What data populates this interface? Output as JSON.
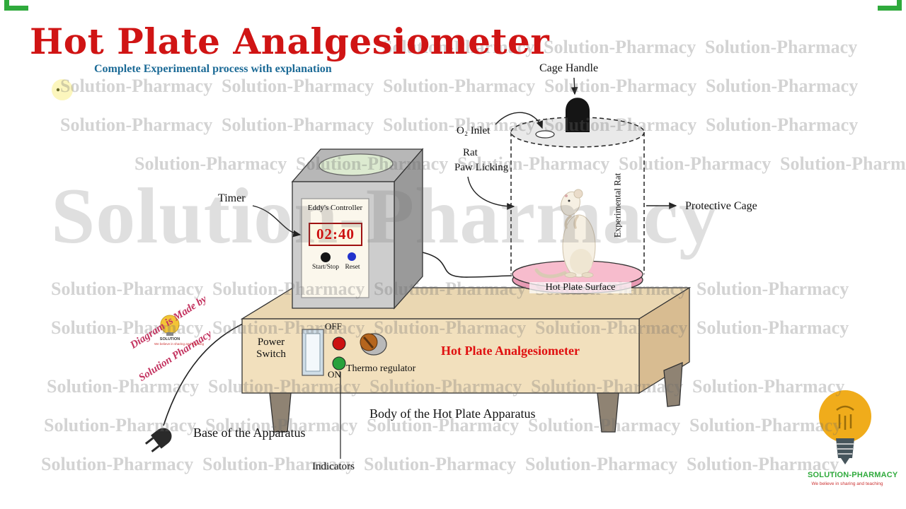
{
  "header": {
    "title": "Hot Plate Analgesiometer",
    "subtitle": "Complete Experimental process with explanation"
  },
  "watermark": {
    "text": "Solution-Pharmacy"
  },
  "controller": {
    "timer_label": "Timer",
    "panel_title": "Eddy's Controller",
    "timer_value": "02:40",
    "start_stop_label": "Start/Stop",
    "reset_label": "Reset"
  },
  "cage": {
    "handle_label": "Cage Handle",
    "o2_inlet_label": "O₂ Inlet",
    "rat_label_line1": "Rat",
    "rat_label_line2": "Paw Licking",
    "experimental_rat_label": "Experimental Rat",
    "protective_cage_label": "Protective Cage",
    "hot_plate_surface_label": "Hot Plate Surface"
  },
  "apparatus": {
    "title": "Hot Plate Analgesiometer",
    "power_label_line1": "Power",
    "power_label_line2": "Switch",
    "off_label": "OFF",
    "on_label": "ON",
    "thermo_label": "Thermo regulator",
    "body_label": "Body of the Hot Plate Apparatus",
    "base_label": "Base of the Apparatus",
    "indicators_label": "Indicators"
  },
  "credit": {
    "line1": "Diagram is Made by",
    "line2": "Solution Pharmacy",
    "mini_logo_text": "SOLUTION"
  },
  "brand": {
    "name": "SOLUTION-PHARMACY",
    "tagline": "We believe in sharing and teaching"
  },
  "colors": {
    "title_red": "#d01414",
    "subtitle_blue": "#1b6a96",
    "accent_red": "#e01010",
    "hot_plate_pink": "#f7bccd",
    "table_beige": "#f2e0bd",
    "brand_green": "#2faa3c",
    "indicator_red": "#cc1111",
    "indicator_green": "#28a13c",
    "corner_green": "#2faa3c"
  }
}
